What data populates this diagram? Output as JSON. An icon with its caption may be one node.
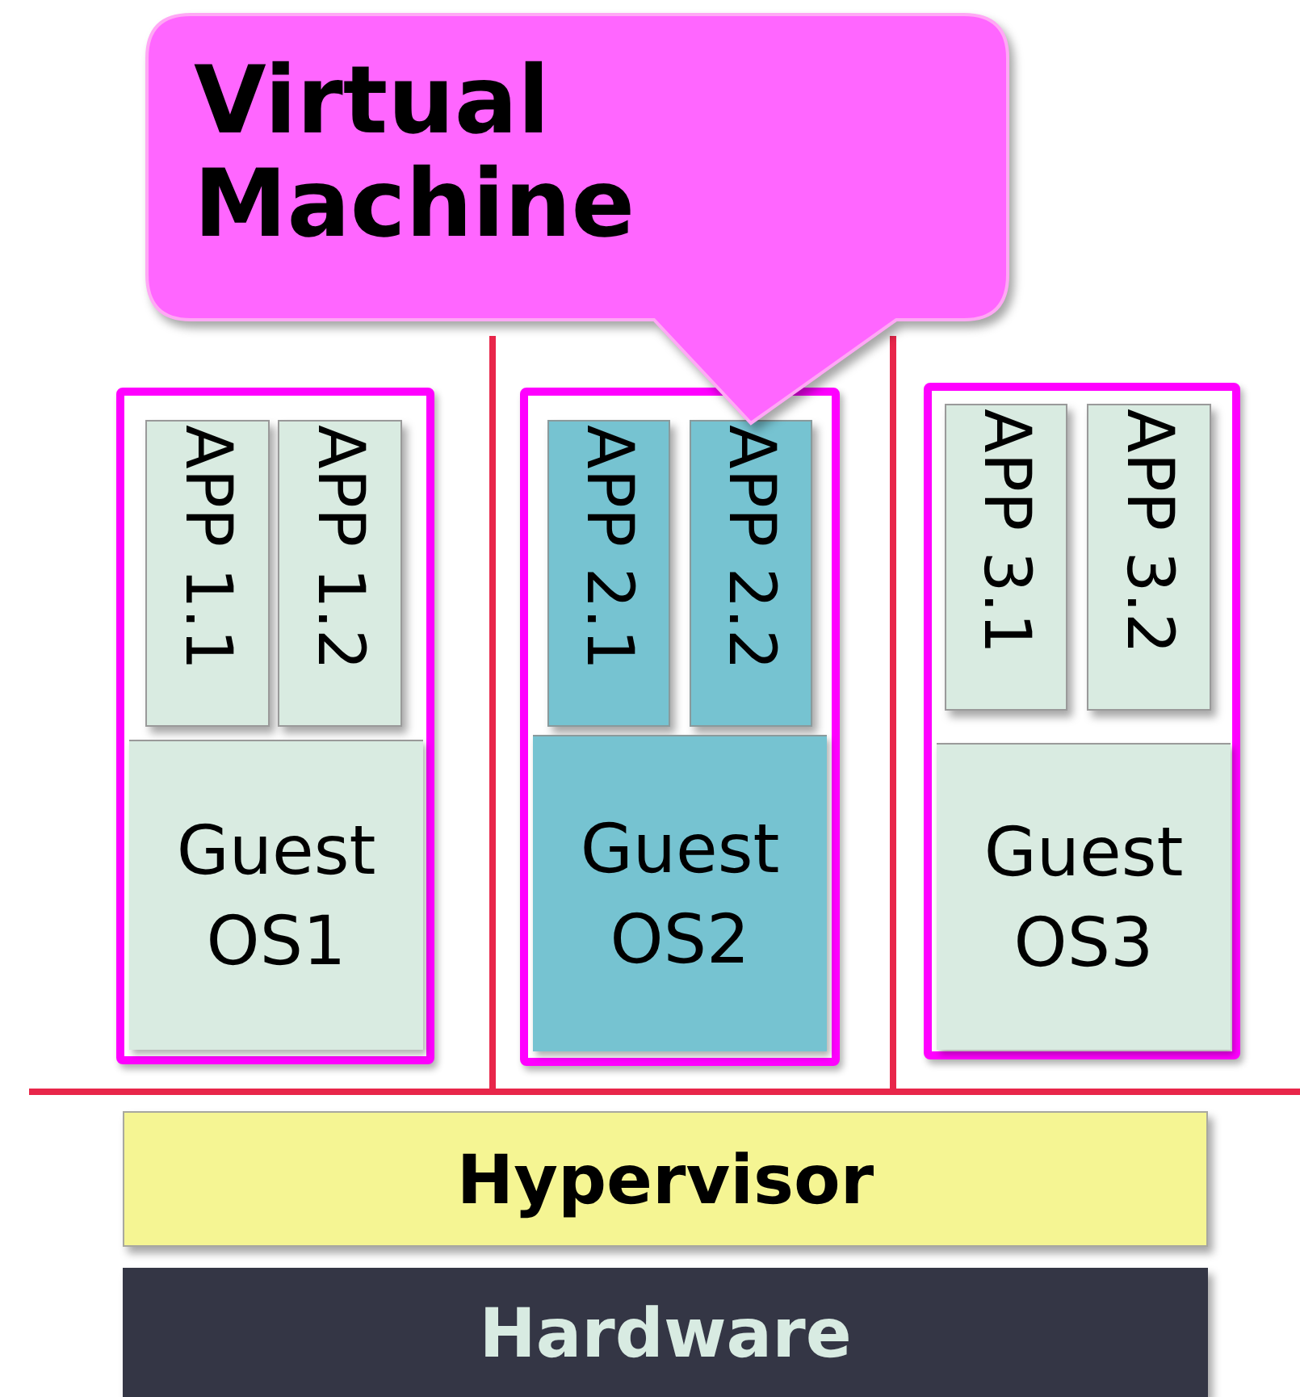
{
  "diagram": {
    "nodes": [
      {
        "text": [
          "Virtual Machine"
        ]
      },
      {
        "text": [],
        "shape": "box"
      },
      {
        "text": [
          "APP 1.1"
        ],
        "in": 1
      },
      {
        "text": [
          "APP 1.2"
        ],
        "in": 1
      },
      {
        "text": [
          "Guest OS1"
        ],
        "in": 1
      },
      {
        "text": [],
        "shape": "box"
      },
      {
        "text": [
          "APP 2.1"
        ],
        "in": 5
      },
      {
        "text": [
          "APP 2.2"
        ],
        "in": 5
      },
      {
        "text": [
          "Guest OS2"
        ],
        "in": 5
      },
      {
        "text": [],
        "shape": "box"
      },
      {
        "text": [
          "APP 3.1"
        ],
        "in": 9
      },
      {
        "text": [
          "APP 3.2"
        ],
        "in": 9
      },
      {
        "text": [
          "Guest OS3"
        ],
        "in": 9
      },
      {
        "text": [
          "Hypervisor"
        ]
      },
      {
        "text": [
          "Hardware"
        ]
      }
    ]
  }
}
